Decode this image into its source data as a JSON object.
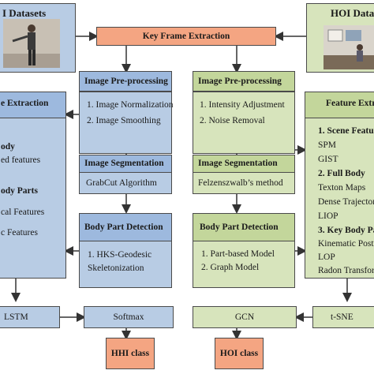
{
  "hhi_datasets": {
    "title": "I Datasets"
  },
  "hoi_datasets": {
    "title": "HOI Datas"
  },
  "key_frame": {
    "title": "Key Frame Extraction"
  },
  "left_pre": {
    "title": "Image Pre-processing",
    "items": [
      "1. Image Normalization",
      "2. Image Smoothing"
    ]
  },
  "right_pre": {
    "title": "Image Pre-processing",
    "items": [
      "1. Intensity Adjustment",
      "2. Noise Removal"
    ]
  },
  "left_seg": {
    "title": "Image Segmentation",
    "method": "GrabCut Algorithm"
  },
  "right_seg": {
    "title": "Image Segmentation",
    "method": "Felzenszwalb’s method"
  },
  "left_bpd": {
    "title": "Body Part Detection",
    "items": [
      "1. HKS-Geodesic",
      "Skeletonization"
    ]
  },
  "right_bpd": {
    "title": "Body Part Detection",
    "items": [
      "1. Part-based Model",
      "2. Graph Model"
    ]
  },
  "left_feat": {
    "title": "e Extraction",
    "lines": [
      "ody",
      "ed features",
      "ody Parts",
      "cal Features",
      "c Features"
    ]
  },
  "right_feat": {
    "title": "Feature Extra",
    "lines": [
      "1. Scene Featur",
      "SPM",
      "GIST",
      "2. Full Body",
      "Texton Maps",
      "Dense Trajector",
      "LIOP",
      "3. Key Body Pa",
      "Kinematic Postu",
      "LOP",
      "Radon Transfor"
    ]
  },
  "lstm": {
    "label": "LSTM"
  },
  "softmax": {
    "label": "Softmax"
  },
  "gcn": {
    "label": "GCN"
  },
  "tsne": {
    "label": "t-SNE"
  },
  "hhi_class": {
    "label": "HHI class"
  },
  "hoi_class": {
    "label": "HOI class"
  },
  "colors": {
    "blue_fill": "#b8cce4",
    "green_fill": "#d7e4bc",
    "orange_fill": "#f4a582",
    "arrow": "#333333"
  }
}
